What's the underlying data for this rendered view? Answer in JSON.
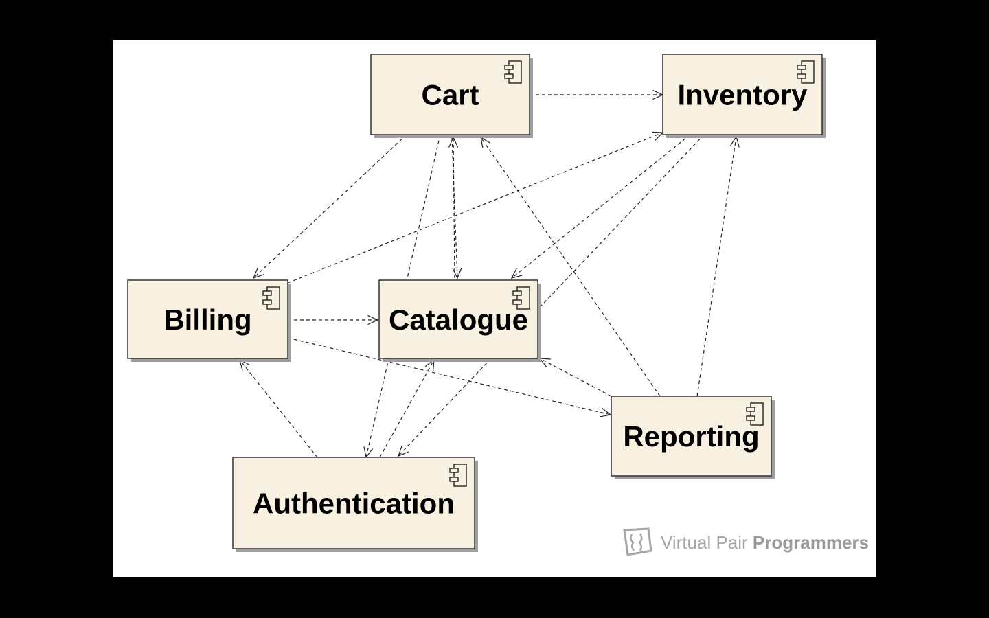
{
  "components": [
    {
      "id": "cart",
      "label": "Cart"
    },
    {
      "id": "inventory",
      "label": "Inventory"
    },
    {
      "id": "billing",
      "label": "Billing"
    },
    {
      "id": "catalogue",
      "label": "Catalogue"
    },
    {
      "id": "reporting",
      "label": "Reporting"
    },
    {
      "id": "authentication",
      "label": "Authentication"
    }
  ],
  "dependencies": [
    {
      "from": "cart",
      "to": "inventory"
    },
    {
      "from": "cart",
      "to": "billing"
    },
    {
      "from": "cart",
      "to": "catalogue"
    },
    {
      "from": "catalogue",
      "to": "cart"
    },
    {
      "from": "cart",
      "to": "authentication"
    },
    {
      "from": "billing",
      "to": "inventory"
    },
    {
      "from": "billing",
      "to": "catalogue"
    },
    {
      "from": "billing",
      "to": "reporting"
    },
    {
      "from": "inventory",
      "to": "catalogue"
    },
    {
      "from": "inventory",
      "to": "authentication"
    },
    {
      "from": "reporting",
      "to": "cart"
    },
    {
      "from": "reporting",
      "to": "inventory"
    },
    {
      "from": "reporting",
      "to": "catalogue"
    },
    {
      "from": "authentication",
      "to": "billing"
    },
    {
      "from": "authentication",
      "to": "catalogue"
    }
  ],
  "colors": {
    "background": "#000000",
    "slide": "#ffffff",
    "component_fill": "#f8f0e0",
    "component_border": "#333333",
    "component_shadow": "#a0a0a0"
  },
  "logo": {
    "icon": "vpp-logo-icon",
    "text_light": "Virtual Pair ",
    "text_bold": "Programmers"
  }
}
